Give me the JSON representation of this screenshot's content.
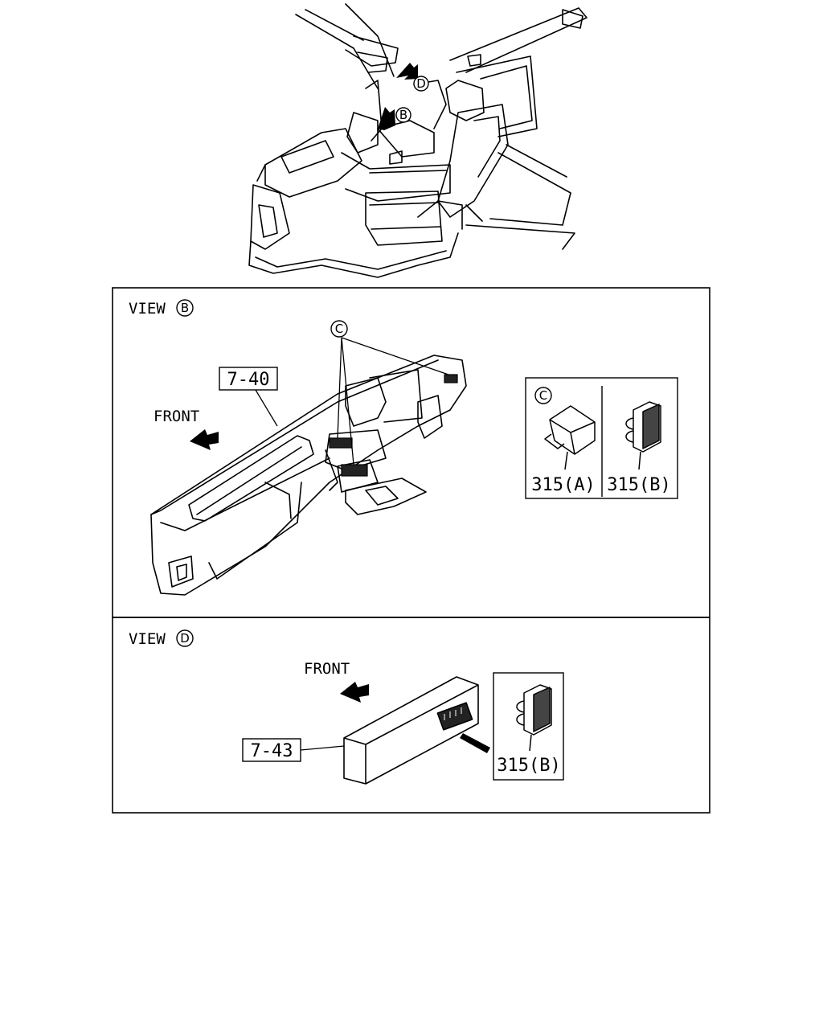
{
  "overview": {
    "callout_b": "B",
    "callout_d": "D"
  },
  "view_b": {
    "title_prefix": "VIEW",
    "title_letter": "B",
    "callout_c": "C",
    "part_label": "7-40",
    "front_label": "FRONT",
    "detail": {
      "letter": "C",
      "left_part": "315(A)",
      "right_part": "315(B)"
    }
  },
  "view_d": {
    "title_prefix": "VIEW",
    "title_letter": "D",
    "front_label": "FRONT",
    "part_label": "7-43",
    "detail": {
      "part": "315(B)"
    }
  }
}
